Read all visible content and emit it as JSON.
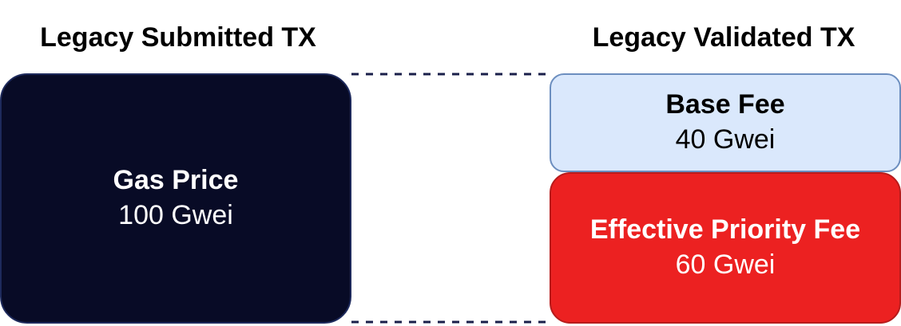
{
  "left_column": {
    "heading": "Legacy Submitted TX",
    "gas_price": {
      "label": "Gas Price",
      "value": "100 Gwei"
    }
  },
  "right_column": {
    "heading": "Legacy Validated TX",
    "base_fee": {
      "label": "Base Fee",
      "value": "40 Gwei"
    },
    "priority_fee": {
      "label": "Effective Priority Fee",
      "value": "60 Gwei"
    }
  },
  "colors": {
    "gas_box_fill": "#080b26",
    "base_box_fill": "#dae8fc",
    "base_box_stroke": "#6c8ebf",
    "priority_box_fill": "#ec2121",
    "connector": "#1a1f4a"
  }
}
